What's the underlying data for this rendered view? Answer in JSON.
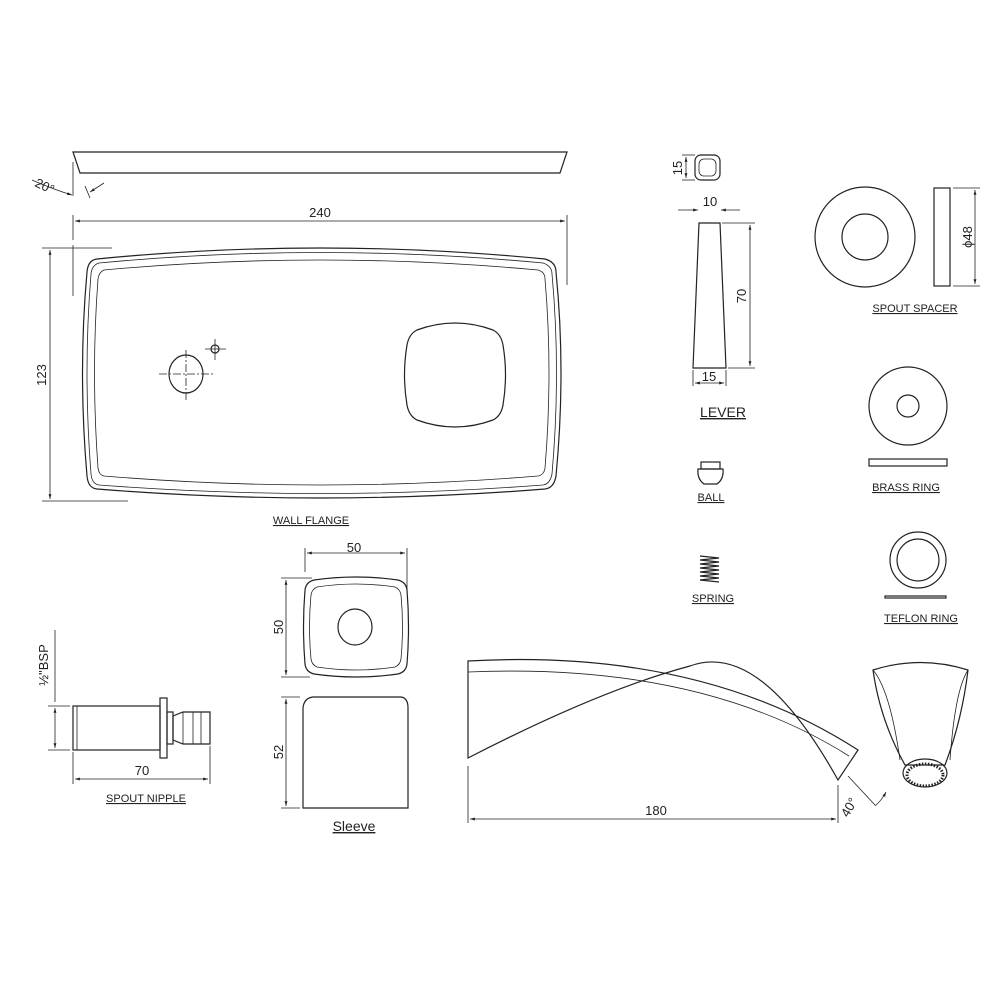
{
  "labels": {
    "wall_flange": "WALL FLANGE",
    "lever": "LEVER",
    "ball": "BALL",
    "spring": "SPRING",
    "spout_spacer": "SPOUT SPACER",
    "brass_ring": "BRASS RING",
    "teflon_ring": "TEFLON RING",
    "spout_nipple": "SPOUT NIPPLE",
    "sleeve": "Sleeve"
  },
  "dimensions": {
    "flange_angle": "20°",
    "flange_width": "240",
    "flange_height": "123",
    "lever_top_size": "15",
    "lever_top_width": "10",
    "lever_length": "70",
    "lever_bottom_width": "15",
    "spacer_diameter": "ϕ48",
    "sleeve_width": "50",
    "sleeve_height": "50",
    "sleeve_depth": "52",
    "nipple_length": "70",
    "nipple_thread": "½\"BSP",
    "spout_length": "180",
    "spout_angle": "40°"
  }
}
